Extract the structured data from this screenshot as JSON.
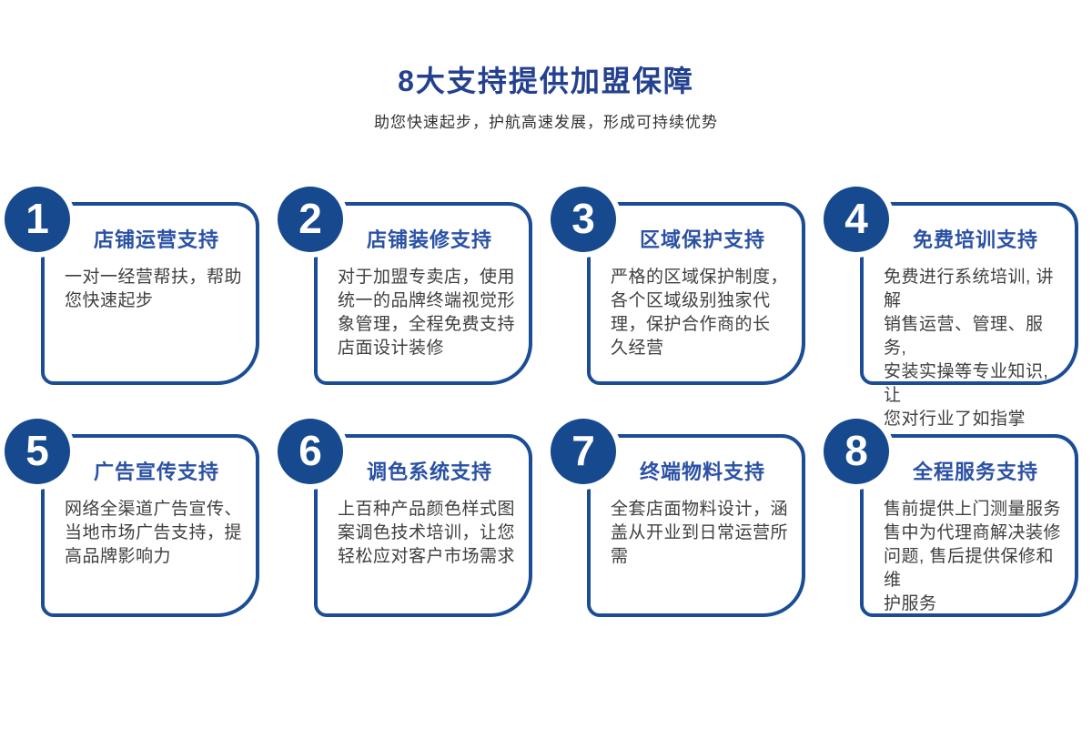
{
  "page": {
    "title": "8大支持提供加盟保障",
    "subtitle": "助您快速起步，护航高速发展，形成可持续优势"
  },
  "colors": {
    "navy_circle": "#17498f",
    "card_border": "#1b4d96",
    "heading_blue": "#24418f",
    "card_title_blue": "#2a51a5",
    "body_text": "#404040"
  },
  "cards": [
    {
      "number": "1",
      "title": "店铺运营支持",
      "body": "一对一经营帮扶，帮助\n您快速起步"
    },
    {
      "number": "2",
      "title": "店铺装修支持",
      "body": "对于加盟专卖店，使用\n统一的品牌终端视觉形\n象管理，全程免费支持\n店面设计装修"
    },
    {
      "number": "3",
      "title": "区域保护支持",
      "body": "严格的区域保护制度，\n各个区域级别独家代\n理，保护合作商的长\n久经营"
    },
    {
      "number": "4",
      "title": "免费培训支持",
      "body": "免费进行系统培训, 讲解\n销售运营、管理、服务,\n安装实操等专业知识, 让\n您对行业了如指掌"
    },
    {
      "number": "5",
      "title": "广告宣传支持",
      "body": "网络全渠道广告宣传、\n当地市场广告支持，提\n高品牌影响力"
    },
    {
      "number": "6",
      "title": "调色系统支持",
      "body": "上百种产品颜色样式图\n案调色技术培训，让您\n轻松应对客户市场需求"
    },
    {
      "number": "7",
      "title": "终端物料支持",
      "body": "全套店面物料设计，涵\n盖从开业到日常运营所\n需"
    },
    {
      "number": "8",
      "title": "全程服务支持",
      "body": "售前提供上门测量服务\n售中为代理商解决装修\n问题, 售后提供保修和维\n护服务"
    }
  ]
}
